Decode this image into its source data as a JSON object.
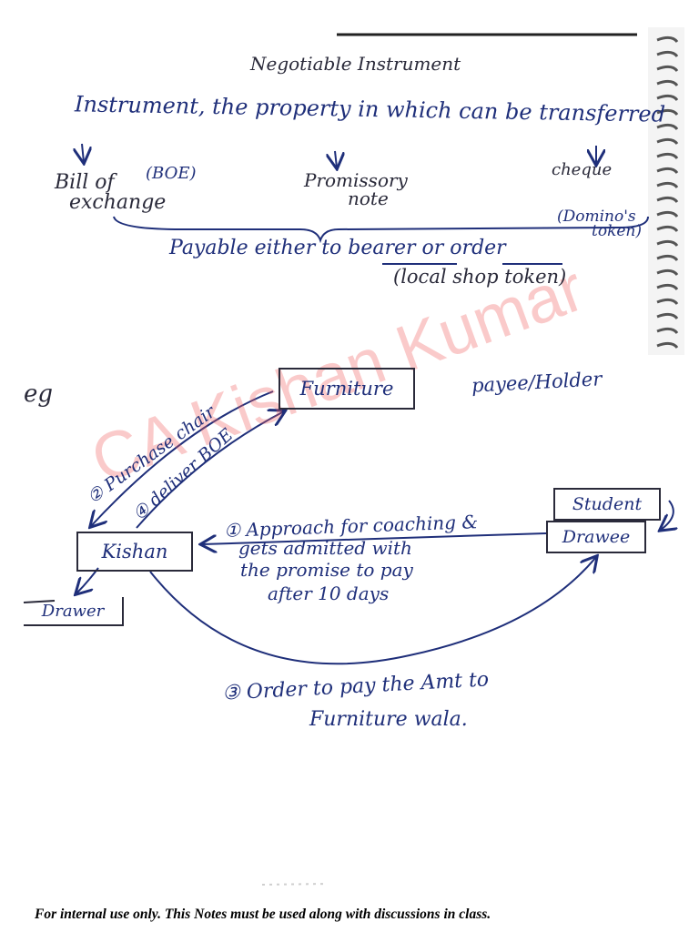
{
  "title": "Negotiable Instrument",
  "definition": "Instrument, the property in which can be transferred",
  "types": {
    "boe_line1": "Bill of",
    "boe_abbr": "(BOE)",
    "boe_line2": "exchange",
    "promissory_line1": "Promissory",
    "promissory_line2": "note",
    "cheque": "cheque"
  },
  "payable": {
    "text": "Payable either to bearer or order",
    "dominos_line1": "(Domino's",
    "dominos_line2": "token)",
    "local": "(local shop token)"
  },
  "example": {
    "label": "eg",
    "payee_holder": "payee/Holder",
    "furniture": "Furniture",
    "kishan": "Kishan",
    "drawer": "Drawer",
    "student": "Student",
    "drawee": "Drawee",
    "step1_line1": "① Approach for coaching &",
    "step1_line2": "gets admitted with",
    "step1_line3": "the promise to pay",
    "step1_line4": "after 10 days",
    "step2": "② Purchase chair",
    "step4": "④ deliver BOE",
    "step3_line1": "③ Order to pay the Amt to",
    "step3_line2": "Furniture wala."
  },
  "watermark": "CA Kishan Kumar",
  "footer": "For internal use only. This Notes must be used along with discussions in class.",
  "colors": {
    "ink": "#1f2f7a",
    "watermark": "#f05a5a"
  }
}
